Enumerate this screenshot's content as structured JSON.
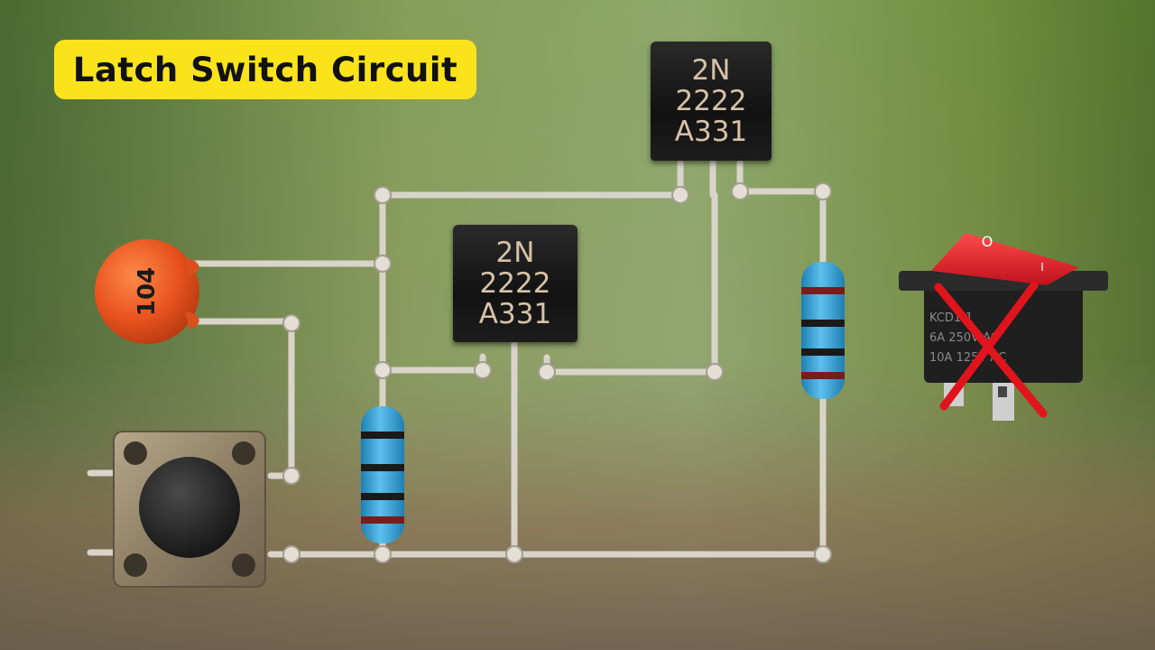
{
  "title": "Latch Switch Circuit",
  "transistors": [
    {
      "line1": "2N",
      "line2": "2222",
      "line3": "A331"
    },
    {
      "line1": "2N",
      "line2": "2222",
      "line3": "A331"
    }
  ],
  "capacitor": {
    "label": "104"
  },
  "rocker_switch": {
    "on_symbol": "O",
    "off_symbol": "I",
    "body_text": [
      "KCD1-1",
      "6A 250V AC",
      "10A 125V AC"
    ]
  },
  "colors": {
    "title_bg": "#fbe31c",
    "capacitor": "#e8521e",
    "resistor_body": "#3aa3d6",
    "rocker": "#e0202a",
    "cross_mark": "#e0141c",
    "wire": "#d9d4ca"
  }
}
